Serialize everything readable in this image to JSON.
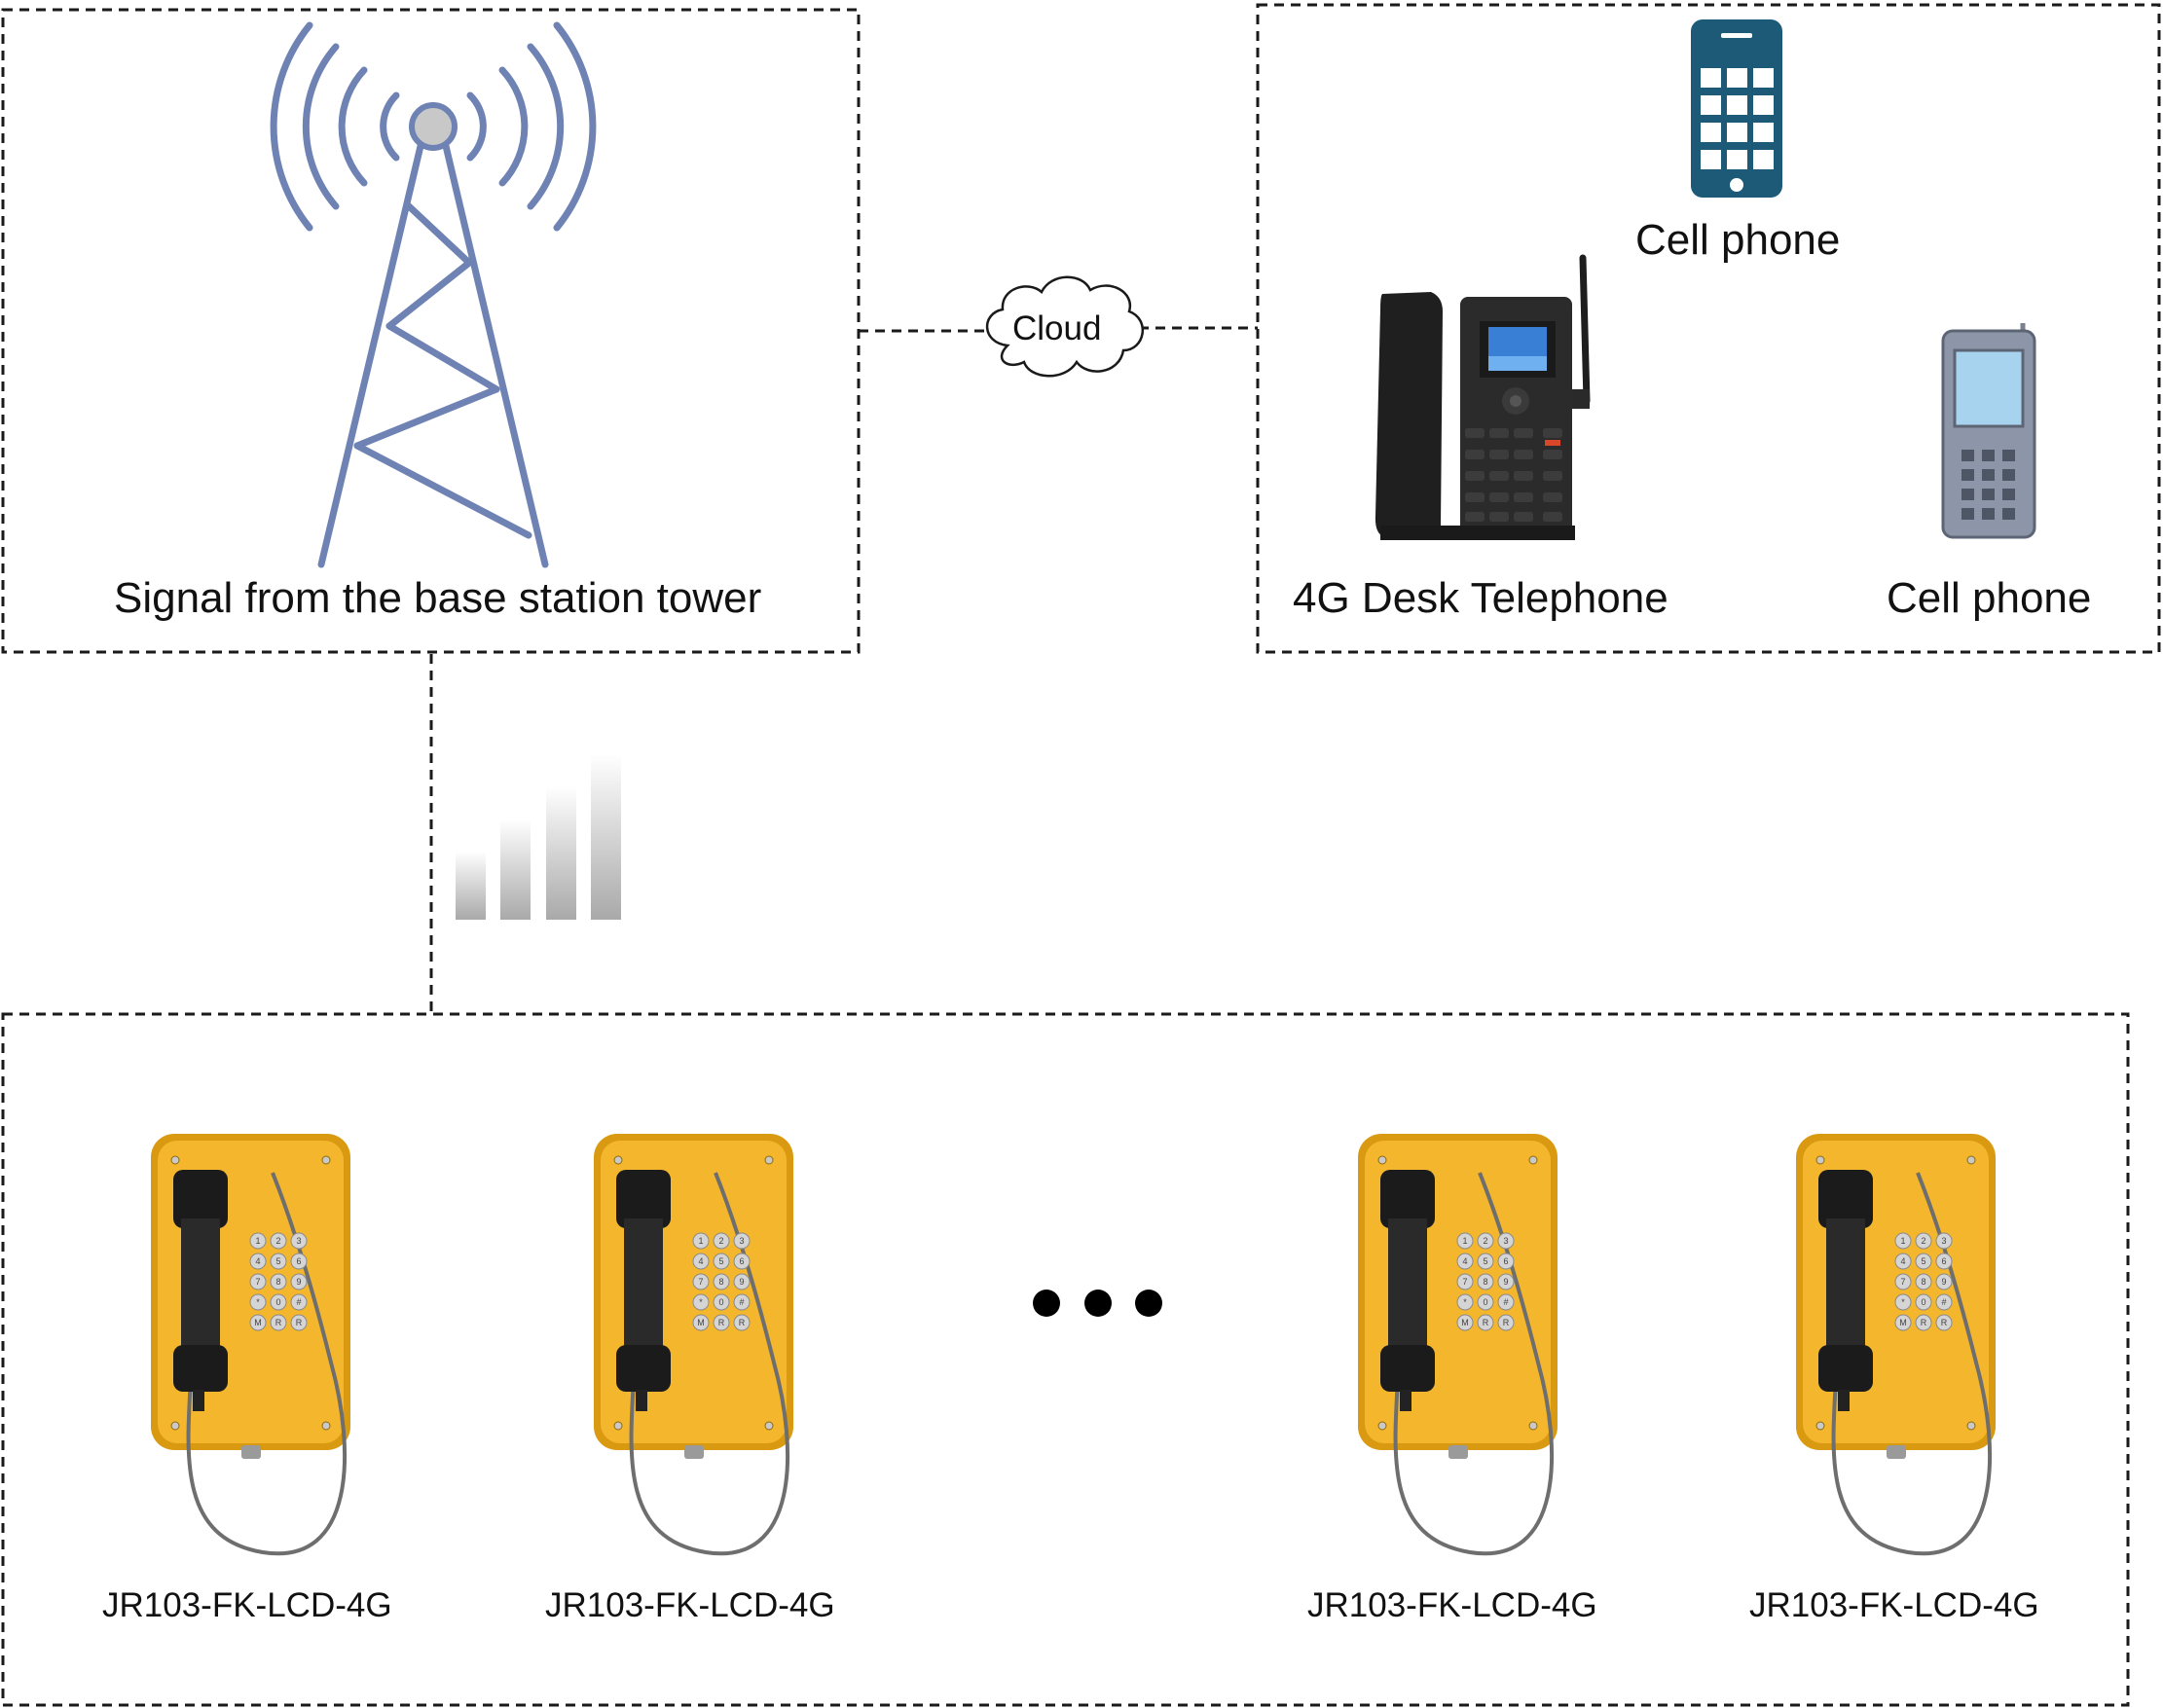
{
  "tower_group": {
    "label": "Signal from the base station tower",
    "icon": "radio-tower-icon",
    "color": "#6f82b4"
  },
  "cloud": {
    "label": "Cloud",
    "icon": "cloud-icon"
  },
  "remote_group": {
    "devices": [
      {
        "label": "Cell phone",
        "icon": "smartphone-icon",
        "color": "#1c5a78"
      },
      {
        "label": "4G Desk Telephone",
        "icon": "desk-phone-icon",
        "color": "#2b2b2b"
      },
      {
        "label": "Cell phone",
        "icon": "mobile-phone-icon",
        "color": "#8c96a8"
      }
    ]
  },
  "signal": {
    "icon": "signal-strength-icon"
  },
  "endpoint_group": {
    "phones": [
      {
        "label": "JR103-FK-LCD-4G",
        "icon": "industrial-telephone-icon"
      },
      {
        "label": "JR103-FK-LCD-4G",
        "icon": "industrial-telephone-icon"
      },
      {
        "label": "JR103-FK-LCD-4G",
        "icon": "industrial-telephone-icon"
      },
      {
        "label": "JR103-FK-LCD-4G",
        "icon": "industrial-telephone-icon"
      }
    ],
    "ellipsis_icon": "ellipsis-icon",
    "phone_color": "#f4b62c"
  }
}
